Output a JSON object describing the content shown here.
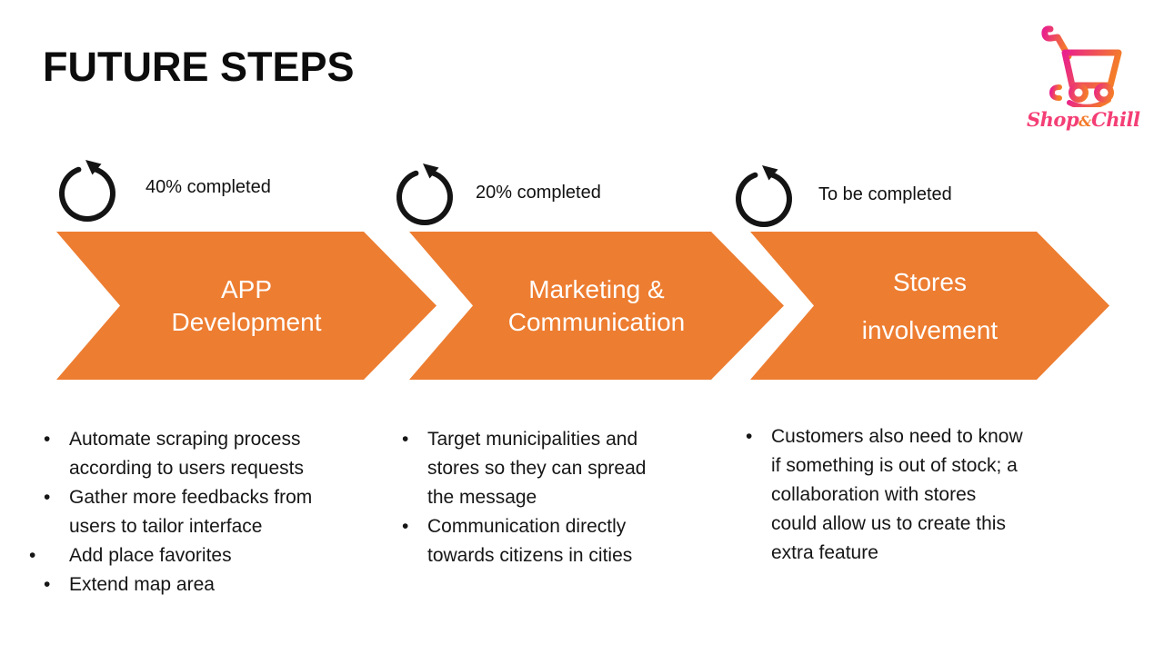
{
  "slide": {
    "title": "FUTURE STEPS"
  },
  "ui": {
    "bullet_char": "•"
  },
  "colors": {
    "accent_orange": "#ED7D31",
    "arrow_text": "#FFFFFF",
    "logo_pink": "#E9218C",
    "logo_orange": "#F47B2A",
    "brand_text_pink": "#F43E75",
    "text_black": "#151515"
  },
  "icons": {
    "progress": "refresh-icon",
    "logo": "shopping-cart-icon"
  },
  "logo": {
    "brand_word1": "Shop",
    "brand_amp": "&",
    "brand_word2": "Chill"
  },
  "steps": [
    {
      "progress_label": "40% completed",
      "arrow_label": "APP\nDevelopment",
      "bullets": [
        "Automate scraping process\naccording to users requests",
        "Gather more feedbacks from\nusers to tailor interface",
        "Add place favorites",
        "Extend map area"
      ]
    },
    {
      "progress_label": "20% completed",
      "arrow_label": "Marketing &\nCommunication",
      "bullets": [
        "Target municipalities and\nstores so they can spread\nthe message",
        "Communication directly\ntowards citizens in cities"
      ]
    },
    {
      "progress_label": "To be completed",
      "arrow_label": "Stores\ninvolvement",
      "bullets": [
        "Customers also need to know\nif something is out of stock; a\ncollaboration with stores\ncould allow us to create this\nextra feature"
      ]
    }
  ]
}
